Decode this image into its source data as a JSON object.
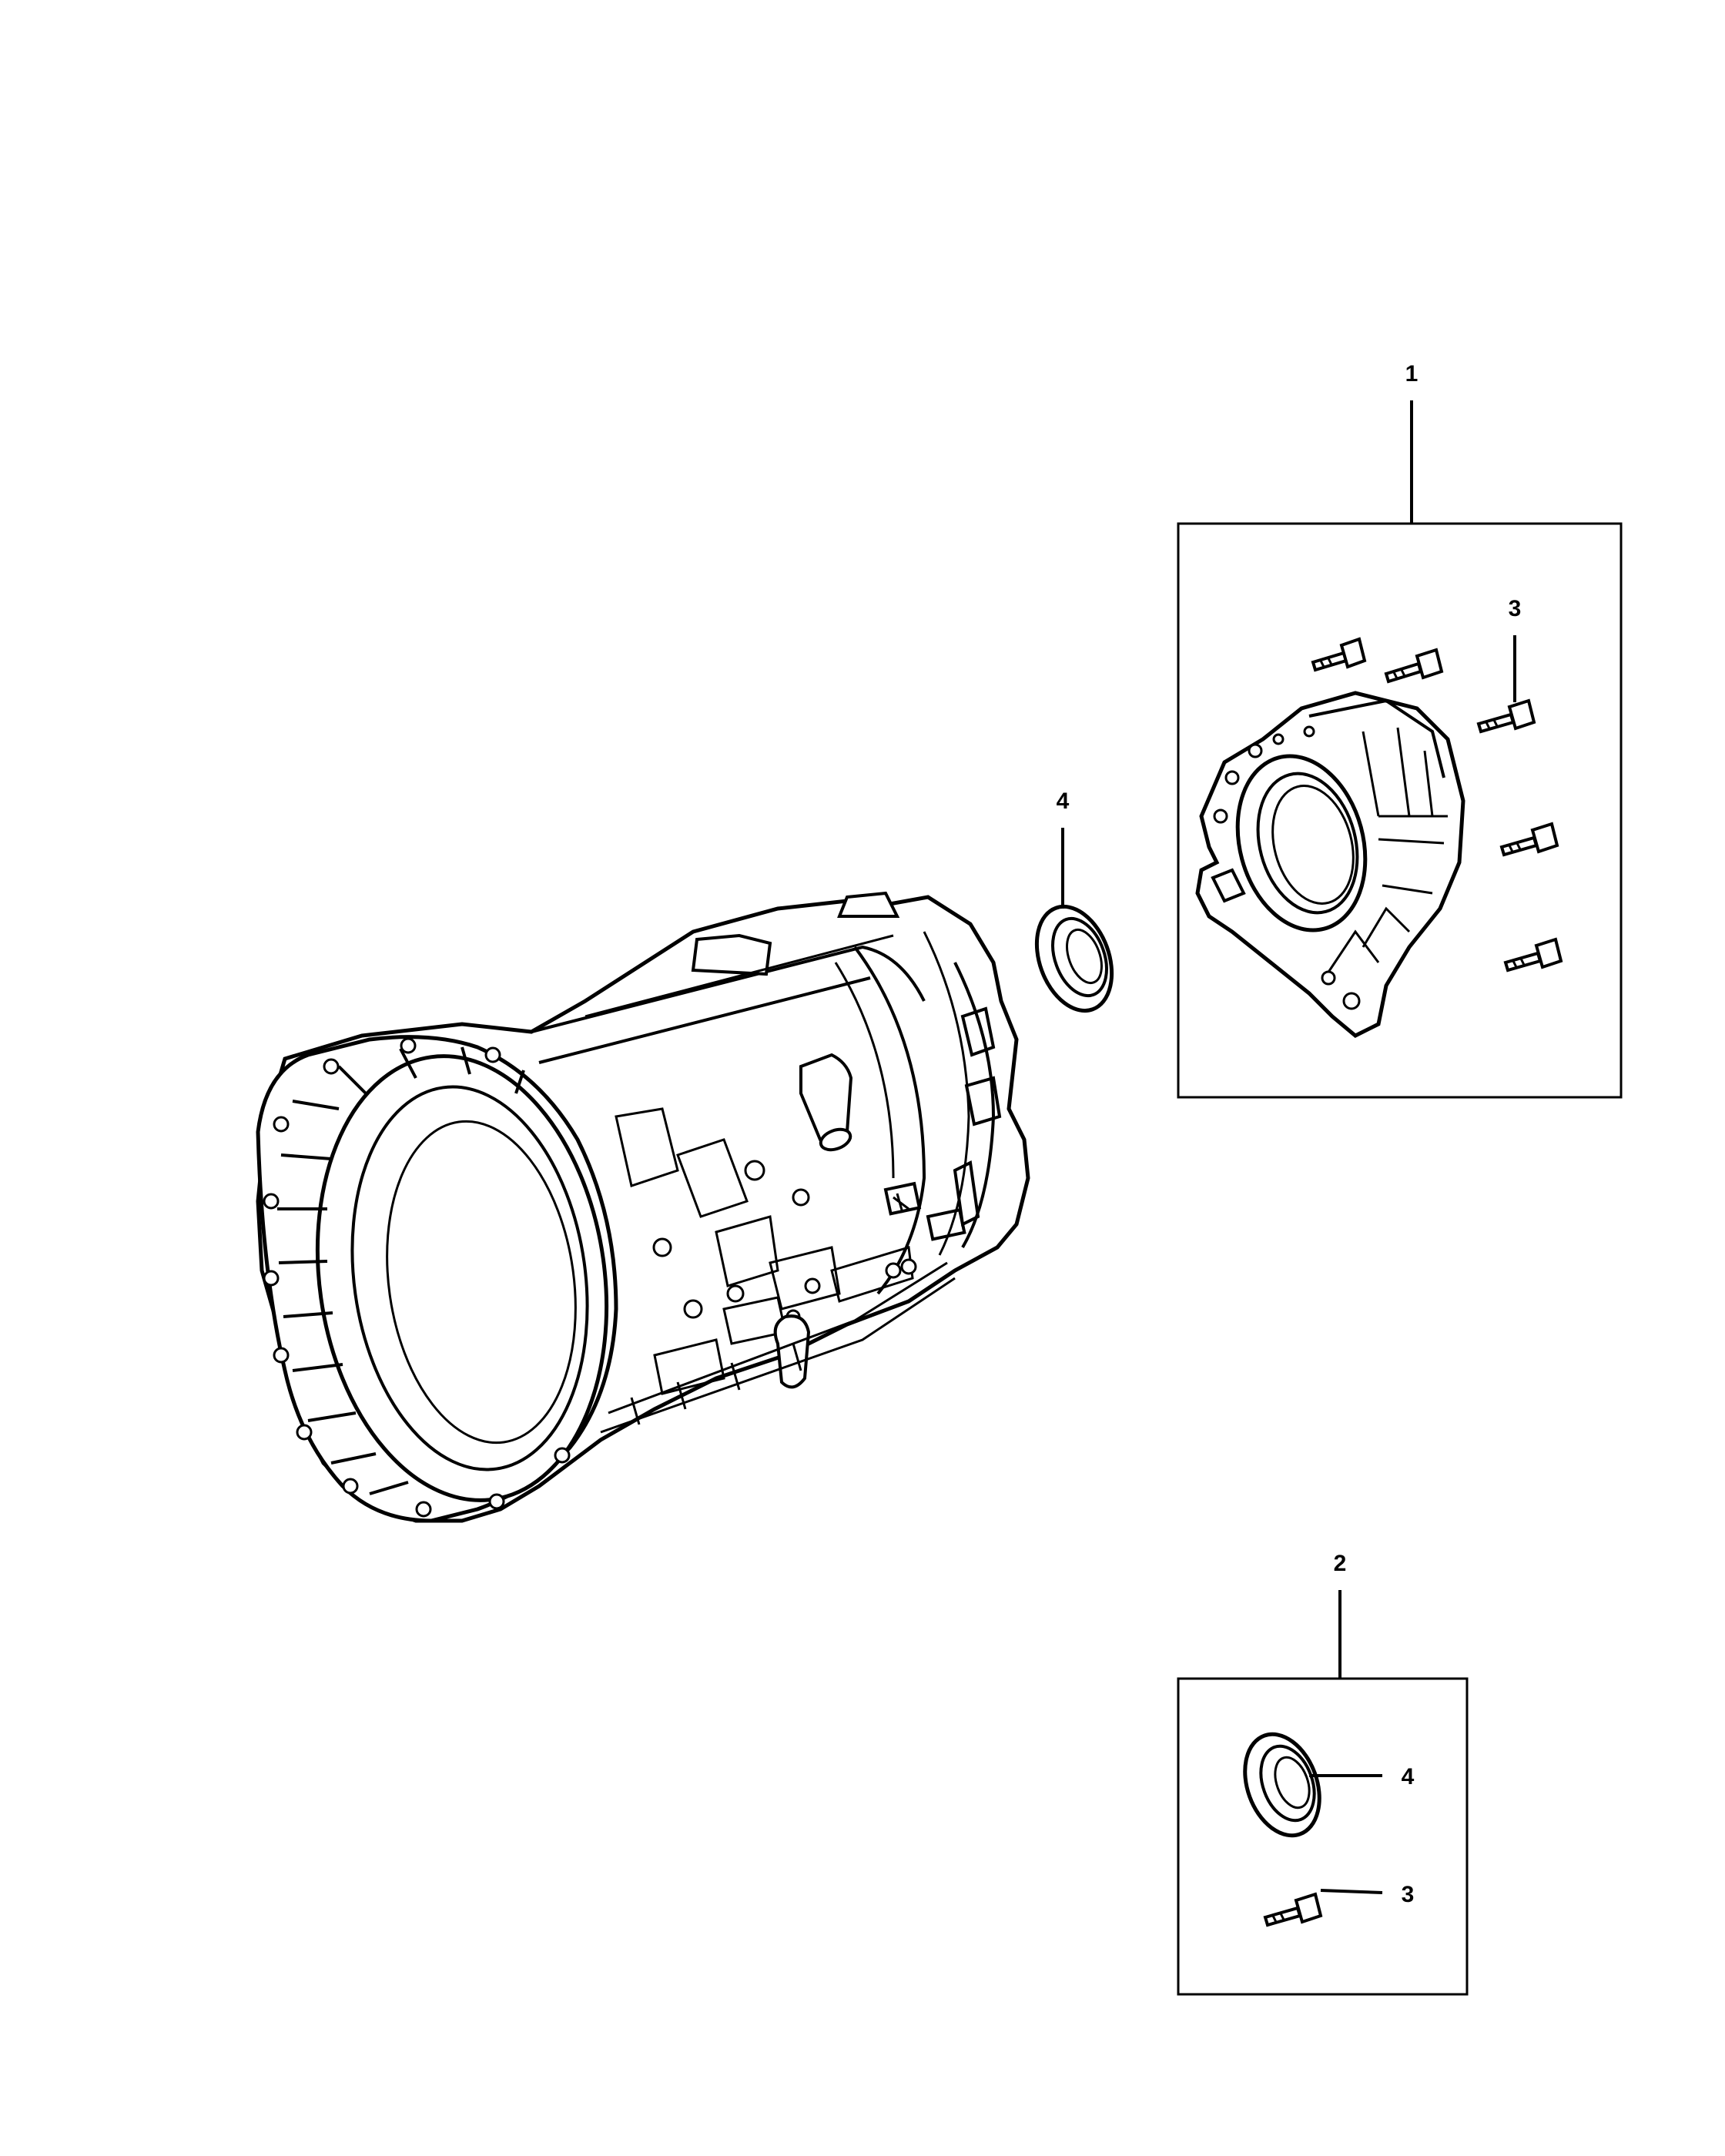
{
  "callouts": {
    "kit_1": "1",
    "kit_2": "2",
    "bolt_kit1": "3",
    "seal_main": "4",
    "seal_kit2": "4",
    "bolt_kit2": "3"
  },
  "colors": {
    "line": "#000000",
    "background": "#ffffff"
  }
}
